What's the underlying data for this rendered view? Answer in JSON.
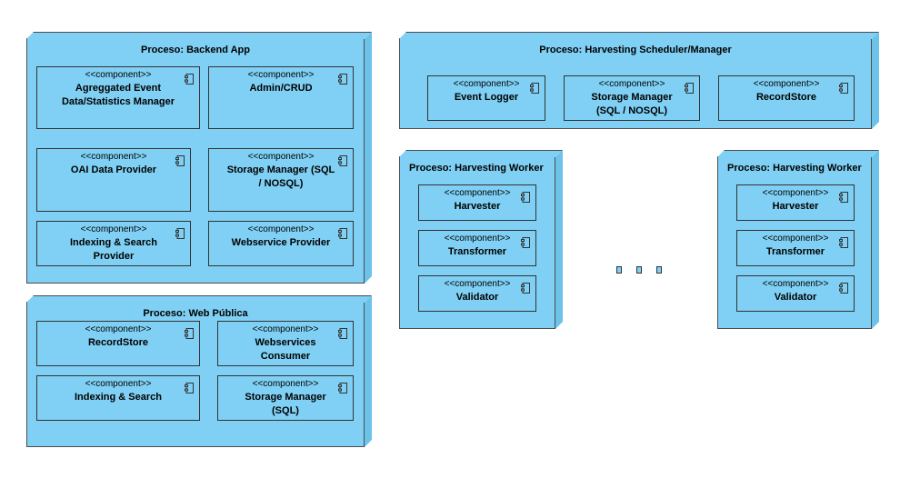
{
  "nodes": {
    "backend": {
      "title": "Proceso: Backend App",
      "components": [
        {
          "stereo": "<<component>>",
          "name": "Agreggated Event Data/Statistics Manager"
        },
        {
          "stereo": "<<component>>",
          "name": "Admin/CRUD"
        },
        {
          "stereo": "<<component>>",
          "name": "OAI Data Provider"
        },
        {
          "stereo": "<<component>>",
          "name": "Storage Manager (SQL / NOSQL)"
        },
        {
          "stereo": "<<component>>",
          "name": "Indexing & Search Provider"
        },
        {
          "stereo": "<<component>>",
          "name": "Webservice Provider"
        }
      ]
    },
    "web": {
      "title": "Proceso: Web Pública",
      "components": [
        {
          "stereo": "<<component>>",
          "name": "RecordStore"
        },
        {
          "stereo": "<<component>>",
          "name": "Webservices Consumer"
        },
        {
          "stereo": "<<component>>",
          "name": "Indexing & Search"
        },
        {
          "stereo": "<<component>>",
          "name": "Storage Manager (SQL)"
        }
      ]
    },
    "scheduler": {
      "title": "Proceso: Harvesting Scheduler/Manager",
      "components": [
        {
          "stereo": "<<component>>",
          "name": "Event Logger"
        },
        {
          "stereo": "<<component>>",
          "name": "Storage Manager (SQL / NOSQL)"
        },
        {
          "stereo": "<<component>>",
          "name": "RecordStore"
        }
      ]
    },
    "worker1": {
      "title": "Proceso: Harvesting Worker",
      "components": [
        {
          "stereo": "<<component>>",
          "name": "Harvester"
        },
        {
          "stereo": "<<component>>",
          "name": "Transformer"
        },
        {
          "stereo": "<<component>>",
          "name": "Validator"
        }
      ]
    },
    "worker2": {
      "title": "Proceso: Harvesting Worker",
      "components": [
        {
          "stereo": "<<component>>",
          "name": "Harvester"
        },
        {
          "stereo": "<<component>>",
          "name": "Transformer"
        },
        {
          "stereo": "<<component>>",
          "name": "Validator"
        }
      ]
    }
  },
  "colors": {
    "node_fill": "#7fd0f4",
    "border": "#4d4d4d"
  },
  "icons": {
    "component": "component-icon"
  }
}
